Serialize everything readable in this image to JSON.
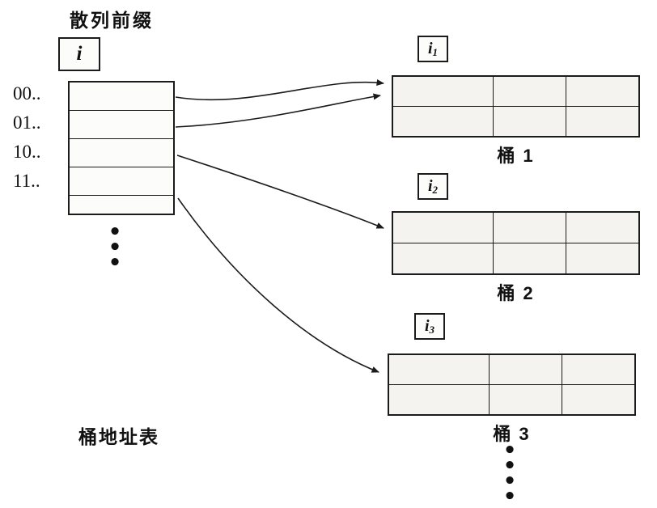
{
  "diagram": {
    "hash_prefix_label": "散列前缀",
    "table_caption": "桶地址表",
    "global_index_label": "i",
    "address_rows": [
      "00..",
      "01..",
      "10..",
      "11.."
    ],
    "buckets": [
      {
        "index_label": "i",
        "index_sub": "1",
        "caption": "桶 1"
      },
      {
        "index_label": "i",
        "index_sub": "2",
        "caption": "桶 2"
      },
      {
        "index_label": "i",
        "index_sub": "3",
        "caption": "桶 3"
      }
    ],
    "ellipsis_dot": "•"
  },
  "colors": {
    "line": "#1b1b1b",
    "background": "#ffffff",
    "cell_fill": "#f4f3f0"
  }
}
